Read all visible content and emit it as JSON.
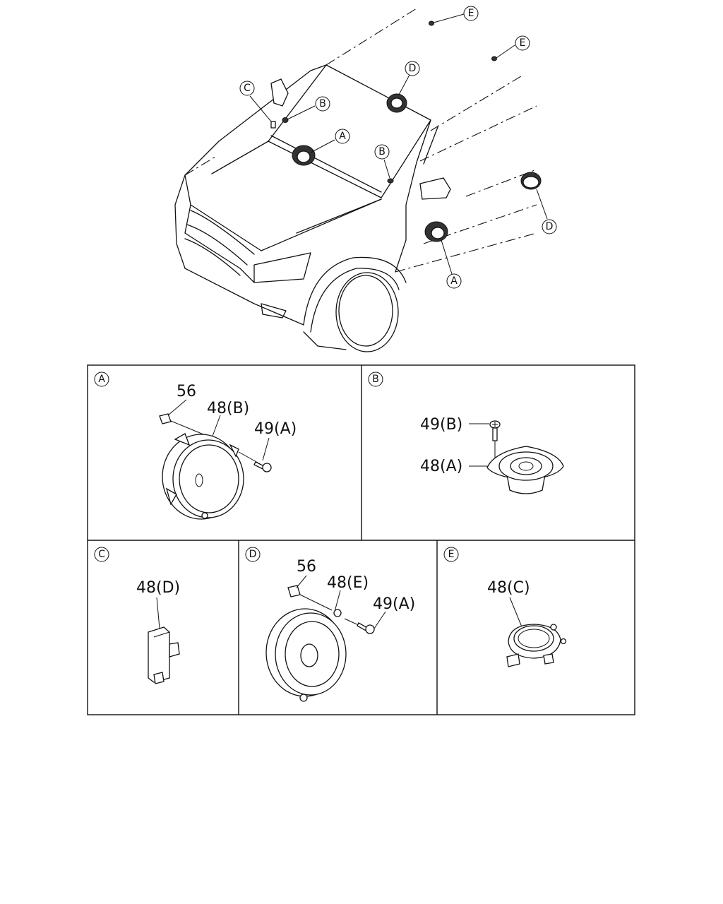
{
  "vehicle_callouts": [
    "E",
    "E",
    "D",
    "C",
    "B",
    "A",
    "B",
    "D",
    "A"
  ],
  "panels": {
    "A": {
      "letter": "A",
      "labels": [
        "56",
        "48(B)",
        "49(A)"
      ]
    },
    "B": {
      "letter": "B",
      "labels": [
        "49(B)",
        "48(A)"
      ]
    },
    "C": {
      "letter": "C",
      "labels": [
        "48(D)"
      ]
    },
    "D": {
      "letter": "D",
      "labels": [
        "56",
        "48(E)",
        "49(A)"
      ]
    },
    "E": {
      "letter": "E",
      "labels": [
        "48(C)"
      ]
    }
  },
  "icons": {
    "vehicle": "suv-front-three-quarter-line-drawing",
    "speaker": "speaker-icon",
    "tweeter": "tweeter-icon",
    "connector": "connector-icon",
    "screw": "screw-icon",
    "amplifier": "amplifier-module-icon"
  }
}
